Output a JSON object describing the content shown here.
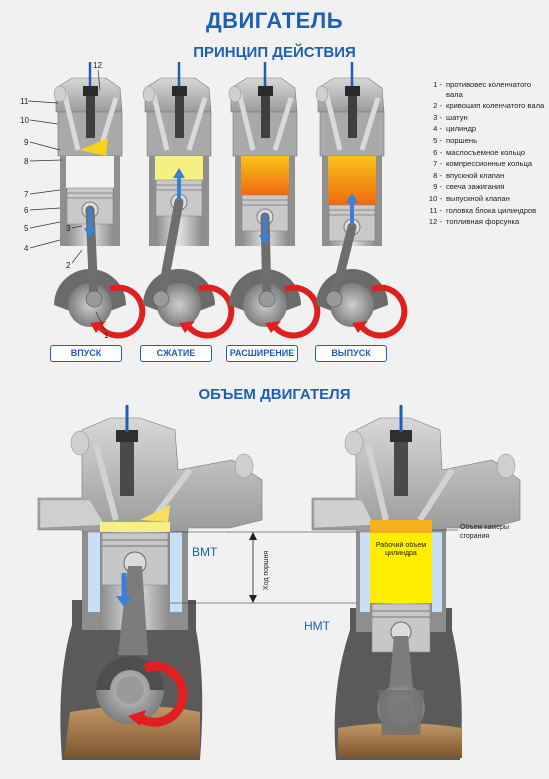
{
  "header": {
    "title": "ДВИГАТЕЛЬ",
    "subtitle": "ПРИНЦИП ДЕЙСТВИЯ",
    "volume_title": "ОБЪЕМ ДВИГАТЕЛЯ"
  },
  "strokes": [
    {
      "label": "ВПУСК"
    },
    {
      "label": "СЖАТИЕ"
    },
    {
      "label": "РАСШИРЕНИЕ"
    },
    {
      "label": "ВЫПУСК"
    }
  ],
  "part_numbers": [
    "1",
    "2",
    "3",
    "4",
    "5",
    "6",
    "7",
    "8",
    "9",
    "10",
    "11",
    "12"
  ],
  "legend": [
    {
      "num": "1 -",
      "text": "противовес коленчатого вала"
    },
    {
      "num": "2 -",
      "text": "кривошип коленчатого вала"
    },
    {
      "num": "3 -",
      "text": "шатун"
    },
    {
      "num": "4 -",
      "text": "цилиндр"
    },
    {
      "num": "5 -",
      "text": "поршень"
    },
    {
      "num": "6 -",
      "text": "маслосъемное кольцо"
    },
    {
      "num": "7 -",
      "text": "компрессионные кольца"
    },
    {
      "num": "8 -",
      "text": "впускной клапан"
    },
    {
      "num": "9 -",
      "text": "свеча зажигания"
    },
    {
      "num": "10 -",
      "text": "выпускной клапан"
    },
    {
      "num": "11 -",
      "text": "головка блока цилиндров"
    },
    {
      "num": "12 -",
      "text": "топливная форсунка"
    }
  ],
  "volume": {
    "vmt": "ВМТ",
    "nmt": "НМТ",
    "stroke_label": "Ход поршня",
    "working_volume": "Рабочий объем цилиндра",
    "chamber_volume": "Объем камеры сгорания"
  },
  "colors": {
    "accent": "#1e5fb4",
    "cylinder_gray": "#b8b8b8",
    "flame_orange": "#f59a1c",
    "mixture_yellow": "#f6ef84",
    "volume_yellow": "#ffee00",
    "crank_red": "#e02020",
    "oil_brown": "#a07040"
  }
}
